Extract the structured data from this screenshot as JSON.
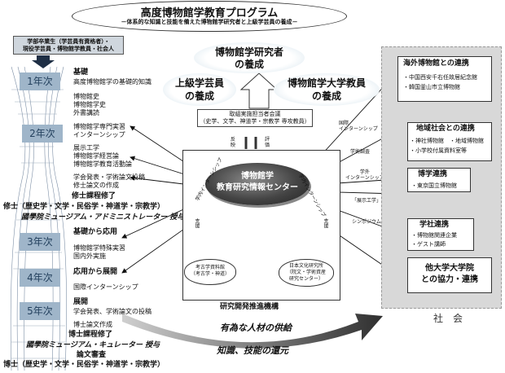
{
  "header": {
    "title": "高度博物館学教育プログラム",
    "subtitle": "－体系的な知識と技能を備えた博物館学研究者と上級学芸員の養成－"
  },
  "left": {
    "target_students": "学部卒業生（学芸員有資格者）・\n現役学芸員・博物館学教員・社会人",
    "years": [
      "1年次",
      "2年次",
      "3年次",
      "4年次",
      "5年次"
    ],
    "basics": {
      "heading": "基礎",
      "items": [
        "高度博物館学の基礎的知識",
        "博物館史",
        "博物館学史",
        "外書講読"
      ]
    },
    "year2_items": [
      "博物館学専門実習",
      "インターンシップ",
      "展示工学",
      "博物館学経営論",
      "博物館学教育活動論",
      "学会発表・学術論文投稿",
      "修士論文の作成"
    ],
    "masters_complete": "修士課程修了",
    "masters_degree": "修士（歴史学・文学・民俗学・神道学・宗教学）",
    "masters_title": "國學院ミュージアム・アドミニストレーター 授与",
    "year3_heading": "基礎から応用",
    "year3_items": [
      "博物館学特殊実習",
      "国内外実施"
    ],
    "year4_heading": "応用から展開",
    "year4_items": [
      "国際インターンシップ"
    ],
    "year5_heading": "展開",
    "year5_items": [
      "学会発表、学術論文の投稿",
      "博士論文作成"
    ],
    "doctor_complete": "博士課程修了",
    "doctor_title": "國學院ミュージアム・キュレーター 授与",
    "thesis_review": "論文審査",
    "doctor_degree": "博士（歴史学・文学・民俗学・神道学・宗教学）"
  },
  "center": {
    "goal_researcher": "博物館学研究者\nの養成",
    "goal_curator": "上級学芸員\nの養成",
    "goal_teacher": "博物館学大学教員\nの養成",
    "meeting": "取組実施担当者会議\n（史学、文学、神道学・宗教学 専攻教員）",
    "feedback_a": "反映",
    "feedback_b": "評価",
    "center_name": "博物館学\n教育研究情報センター",
    "intern_left": "学内インターンシップ",
    "support_left": "支援",
    "intern_right": "学内インターンシップ",
    "support_right": "支援",
    "lab_left": "考古学資料館\n（考古学・神道）",
    "lab_right": "日本文化研究所\n（院文・学術資産\n研究センター）",
    "org_label": "研究開発推進機構",
    "return_1": "有為な人材の供給",
    "return_2": "知識、技能の還元"
  },
  "society": {
    "label": "社　会",
    "overseas": {
      "heading": "海外博物館との連携",
      "items": [
        "・中国西安千右任故居紀念館",
        "・韓国釜山市立博物館"
      ]
    },
    "local": {
      "heading": "地域社会との連携",
      "items": [
        "・神社博物館　・地域博物館",
        "・小学校付属資料室等"
      ]
    },
    "museum": {
      "heading": "博学連携",
      "items": [
        "・東京国立博物館"
      ]
    },
    "industry": {
      "heading": "学社連携",
      "items": [
        "・博物館関連企業",
        "・ゲスト講師"
      ]
    },
    "universities": {
      "heading": "他大学大学院\nとの協力・連携"
    }
  },
  "arrow_labels": {
    "intl_intern": "国際\nインターンシップ",
    "joint_survey": "学術調査",
    "intern": "学外\nインターンシップ",
    "exhibit": "「展示工学」",
    "symposium": "シンポジウム"
  }
}
